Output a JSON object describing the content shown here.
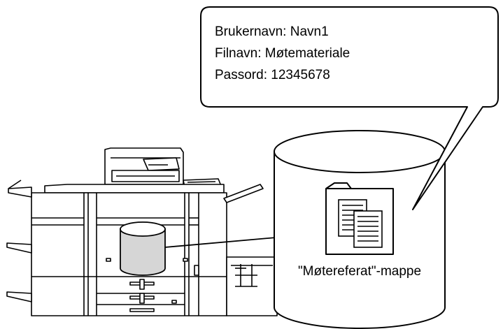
{
  "callout": {
    "lines": [
      "Brukernavn: Navn1",
      "Filnavn: Møtemateriale",
      "Passord: 12345678"
    ]
  },
  "storage": {
    "folder_label": "\"Møtereferat\"-mappe"
  },
  "icons": {
    "printer": "multifunction-printer-icon",
    "internal_storage": "storage-cylinder-icon",
    "folder": "folder-icon",
    "documents": "documents-icon"
  }
}
